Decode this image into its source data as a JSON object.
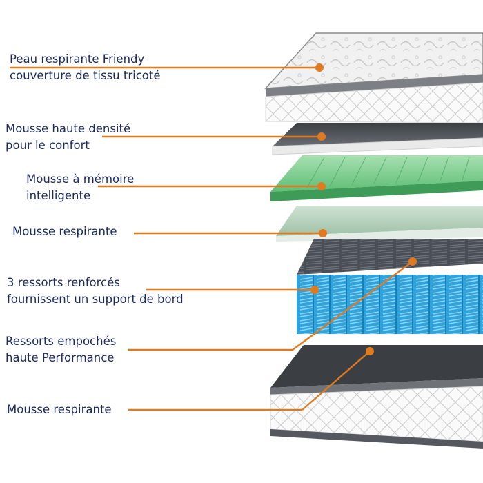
{
  "accent_color": "#e07a20",
  "label_color": "#1c2a5e",
  "layers": [
    {
      "id": "top-knit-cover",
      "lines": [
        "Peau respirante Friendy",
        "couverture de tissu tricoté"
      ]
    },
    {
      "id": "high-density-foam",
      "lines": [
        "Mousse haute densité",
        "pour le confort"
      ]
    },
    {
      "id": "memory-foam",
      "lines": [
        "Mousse à mémoire",
        "intelligente"
      ]
    },
    {
      "id": "breathable-foam-upper",
      "lines": [
        "Mousse respirante"
      ]
    },
    {
      "id": "reinforced-edge-springs",
      "lines": [
        "3 ressorts renforcés",
        "fournissent un support de bord"
      ]
    },
    {
      "id": "pocket-springs",
      "lines": [
        "Ressorts empochés",
        "haute Performance"
      ]
    },
    {
      "id": "breathable-foam-lower",
      "lines": [
        "Mousse respirante"
      ]
    }
  ]
}
